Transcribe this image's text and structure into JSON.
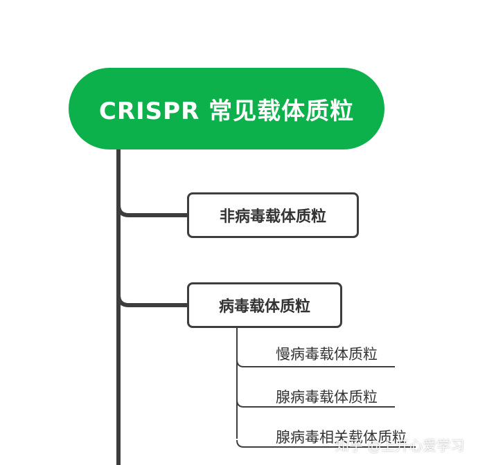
{
  "root": {
    "label": "CRISPR 常见载体质粒"
  },
  "branches": [
    {
      "label": "非病毒载体质粒"
    },
    {
      "label": "病毒载体质粒"
    }
  ],
  "viral_children": [
    {
      "label": "慢病毒载体质粒"
    },
    {
      "label": "腺病毒载体质粒"
    },
    {
      "label": "腺病毒相关载体质粒"
    }
  ],
  "watermark": {
    "text": "知乎 @上开心爱学习"
  },
  "colors": {
    "root_fill": "#0db14b",
    "connector": "#3d3d3d",
    "text": "#333333"
  }
}
